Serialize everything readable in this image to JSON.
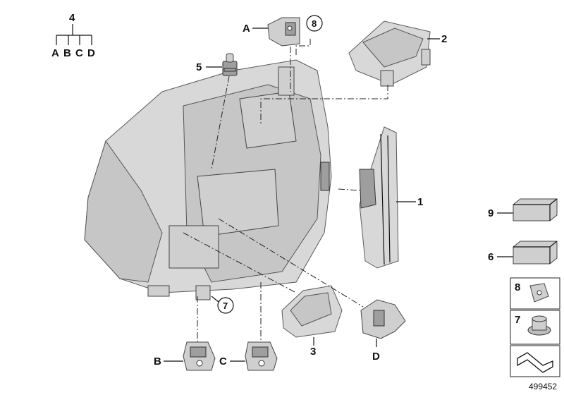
{
  "callouts": {
    "p1": "1",
    "p2": "2",
    "p3": "3",
    "p4": "4",
    "p5": "5",
    "p6": "6",
    "p7": "7",
    "p8": "8",
    "p9": "9",
    "a": "A",
    "b": "B",
    "c": "C",
    "d": "D"
  },
  "tree": {
    "root": "4",
    "children": [
      "A",
      "B",
      "C",
      "D"
    ]
  },
  "legend_boxes": {
    "box8": "8",
    "box7": "7"
  },
  "reference_number": "499452"
}
